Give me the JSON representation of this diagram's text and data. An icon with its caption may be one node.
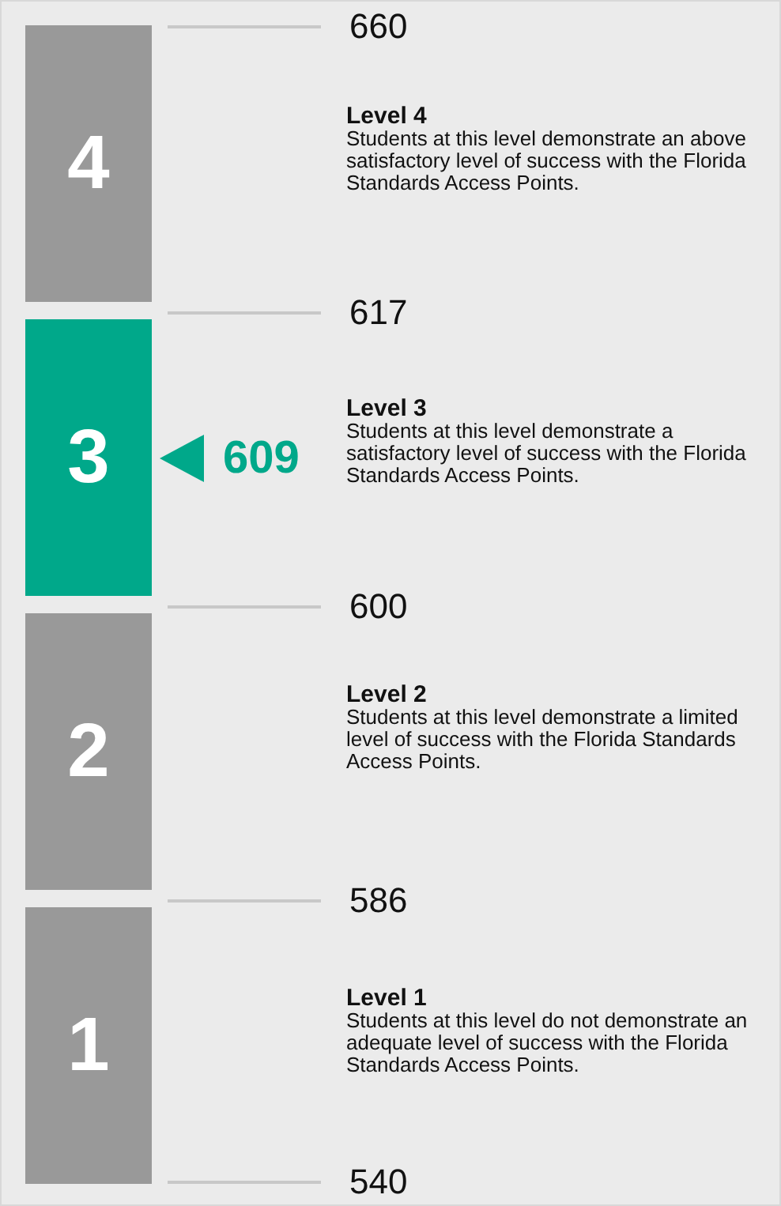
{
  "diagram": {
    "nodes": [
      {
        "text": [
          "4"
        ]
      },
      {
        "text": [
          "3"
        ]
      },
      {
        "text": [
          "2"
        ]
      },
      {
        "text": [
          "1"
        ]
      }
    ],
    "labels": [
      "660",
      "Level 4",
      "Students at this level demonstrate an above satisfactory level of success with the Florida Standards Access Points.",
      "617",
      "609",
      "Level 3",
      "Students at this level demonstrate a satisfactory level of success with the Florida Standards Access Points.",
      "600",
      "Level 2",
      "Students at this level demonstrate a limited level of success with the Florida Standards Access Points.",
      "586",
      "Level 1",
      "Students at this level do not demonstrate an adequate level of success with the Florida Standards Access Points.",
      "540"
    ]
  }
}
